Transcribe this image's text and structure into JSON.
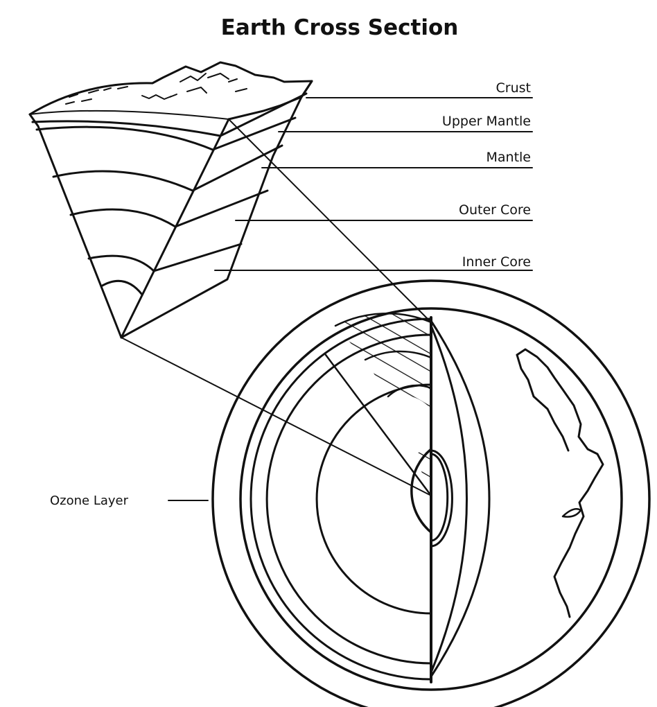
{
  "title": "Earth Cross Section",
  "labels": {
    "crust": "Crust",
    "upper_mantle": "Upper Mantle",
    "mantle": "Mantle",
    "outer_core": "Outer Core",
    "inner_core": "Inner Core",
    "ozone_layer": "Ozone Layer"
  },
  "colors": {
    "ink": "#111111",
    "background": "#ffffff"
  }
}
